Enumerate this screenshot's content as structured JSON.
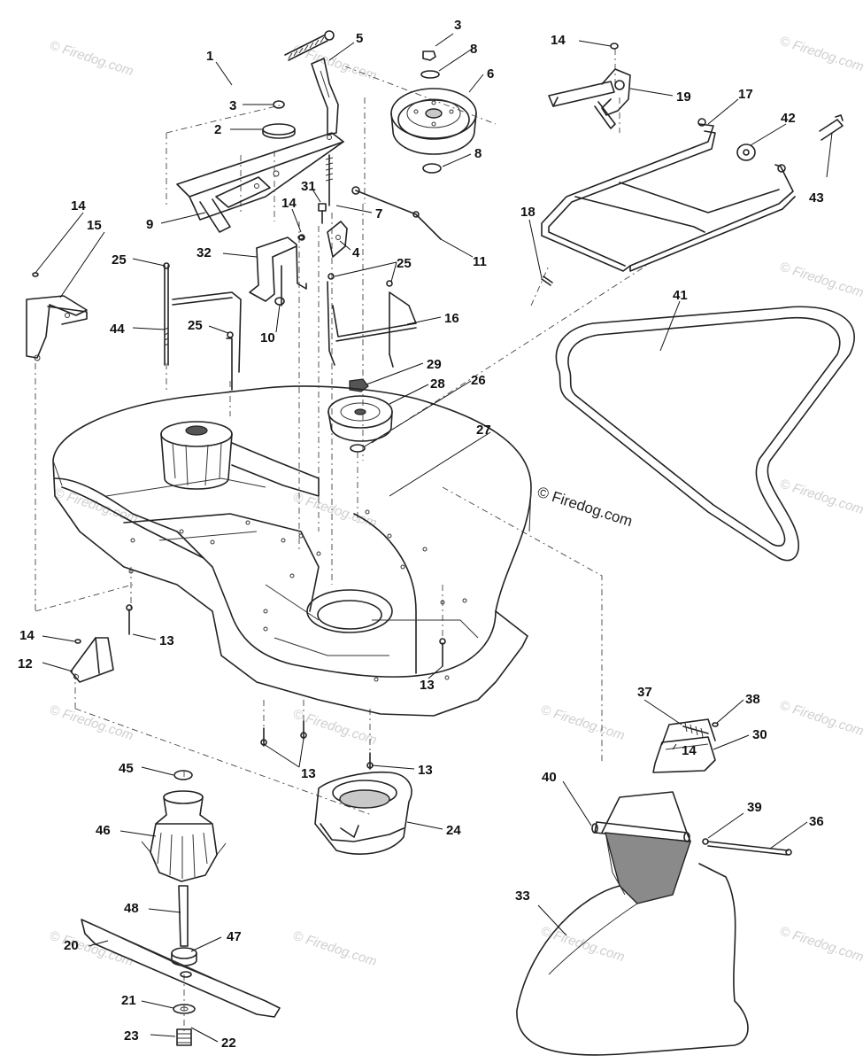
{
  "diagram": {
    "watermark_main": "© Firedog.com",
    "watermark_faint": "© Firedog.com",
    "callouts": {
      "p1": "1",
      "p2": "2",
      "p3a": "3",
      "p3b": "3",
      "p4": "4",
      "p5": "5",
      "p6": "6",
      "p7": "7",
      "p8a": "8",
      "p8b": "8",
      "p9": "9",
      "p10": "10",
      "p11": "11",
      "p12": "12",
      "p13a": "13",
      "p13b": "13",
      "p13c": "13",
      "p13d": "13",
      "p14a": "14",
      "p14b": "14",
      "p14c": "14",
      "p14d": "14",
      "p14e": "14",
      "p15": "15",
      "p16": "16",
      "p17": "17",
      "p18": "18",
      "p19": "19",
      "p20": "20",
      "p21": "21",
      "p22": "22",
      "p23": "23",
      "p24": "24",
      "p25a": "25",
      "p25b": "25",
      "p25c": "25",
      "p26": "26",
      "p27": "27",
      "p28": "28",
      "p29": "29",
      "p30": "30",
      "p31": "31",
      "p32": "32",
      "p33": "33",
      "p36": "36",
      "p37": "37",
      "p38": "38",
      "p39": "39",
      "p40": "40",
      "p41": "41",
      "p42": "42",
      "p43": "43",
      "p44": "44",
      "p45": "45",
      "p46": "46",
      "p47": "47",
      "p48": "48"
    }
  }
}
